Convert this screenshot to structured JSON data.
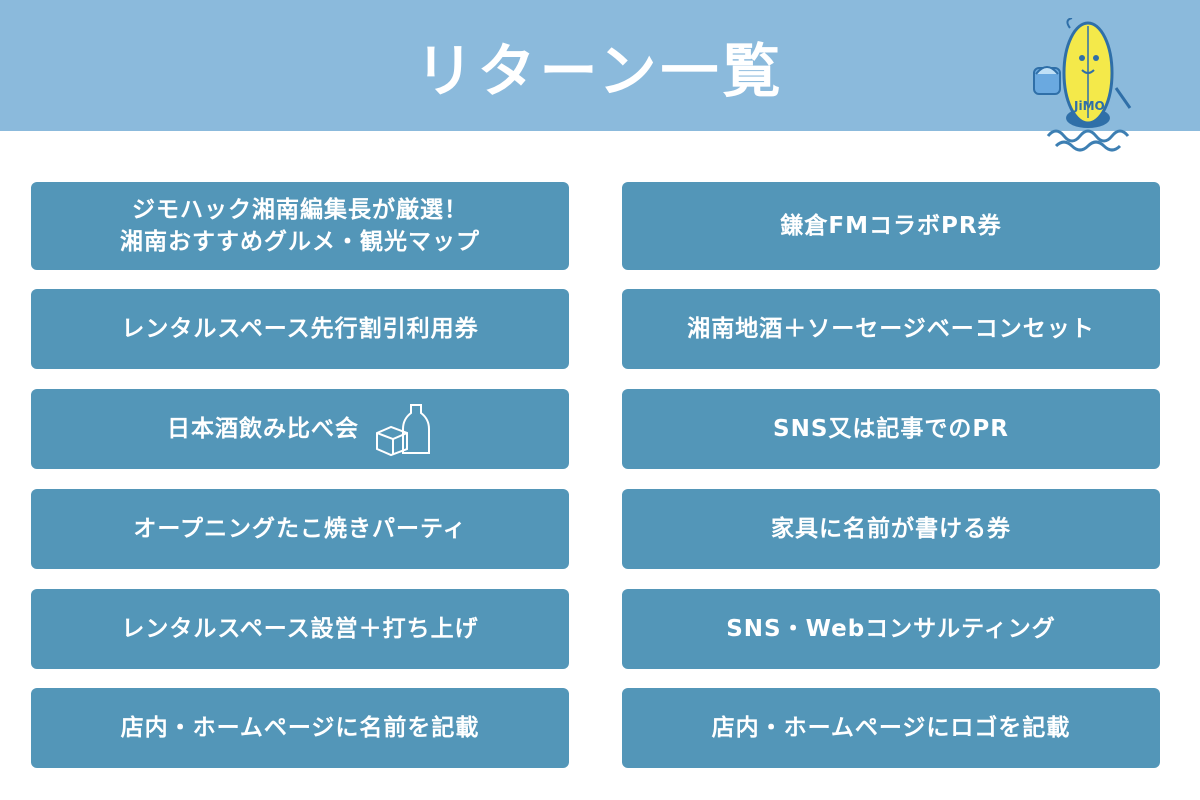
{
  "header": {
    "title": "リターン一覧",
    "background_color": "#8bbadc",
    "mascot_text": "JiMO",
    "mascot_icon": "surfboard-mascot-icon"
  },
  "card_color": "#5396b8",
  "left_items": [
    {
      "label": "ジモハック湘南編集長が厳選！\n湘南おすすめグルメ・観光マップ"
    },
    {
      "label": "レンタルスペース先行割引利用券"
    },
    {
      "label": "日本酒飲み比べ会",
      "icon": "sake-bottle-icon"
    },
    {
      "label": "オープニングたこ焼きパーティ"
    },
    {
      "label": "レンタルスペース設営＋打ち上げ"
    },
    {
      "label": "店内・ホームページに名前を記載"
    }
  ],
  "right_items": [
    {
      "label": "鎌倉FMコラボPR券"
    },
    {
      "label": "湘南地酒＋ソーセージベーコンセット"
    },
    {
      "label": "SNS又は記事でのPR"
    },
    {
      "label": "家具に名前が書ける券"
    },
    {
      "label": "SNS・Webコンサルティング"
    },
    {
      "label": "店内・ホームページにロゴを記載"
    }
  ]
}
